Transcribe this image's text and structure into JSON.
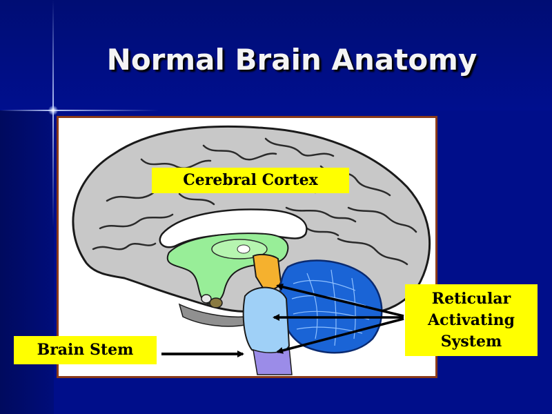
{
  "slide": {
    "title": "Normal Brain Anatomy",
    "background_color": "#000e8a",
    "title_color": "#f4f4f4"
  },
  "diagram": {
    "labels": {
      "cerebral_cortex": "Cerebral Cortex",
      "brain_stem": "Brain Stem",
      "reticular_activating_system": [
        "Reticular",
        "Activating",
        "System"
      ]
    },
    "label_color": "#ffff00",
    "region_colors": {
      "cortex": "#c8c8c8",
      "limbic": "#98ee98",
      "reticular": "#f5b12e",
      "pons": "#9fd0f7",
      "medulla": "#9b8ce8",
      "cerebellum": "#1a64d6"
    }
  }
}
